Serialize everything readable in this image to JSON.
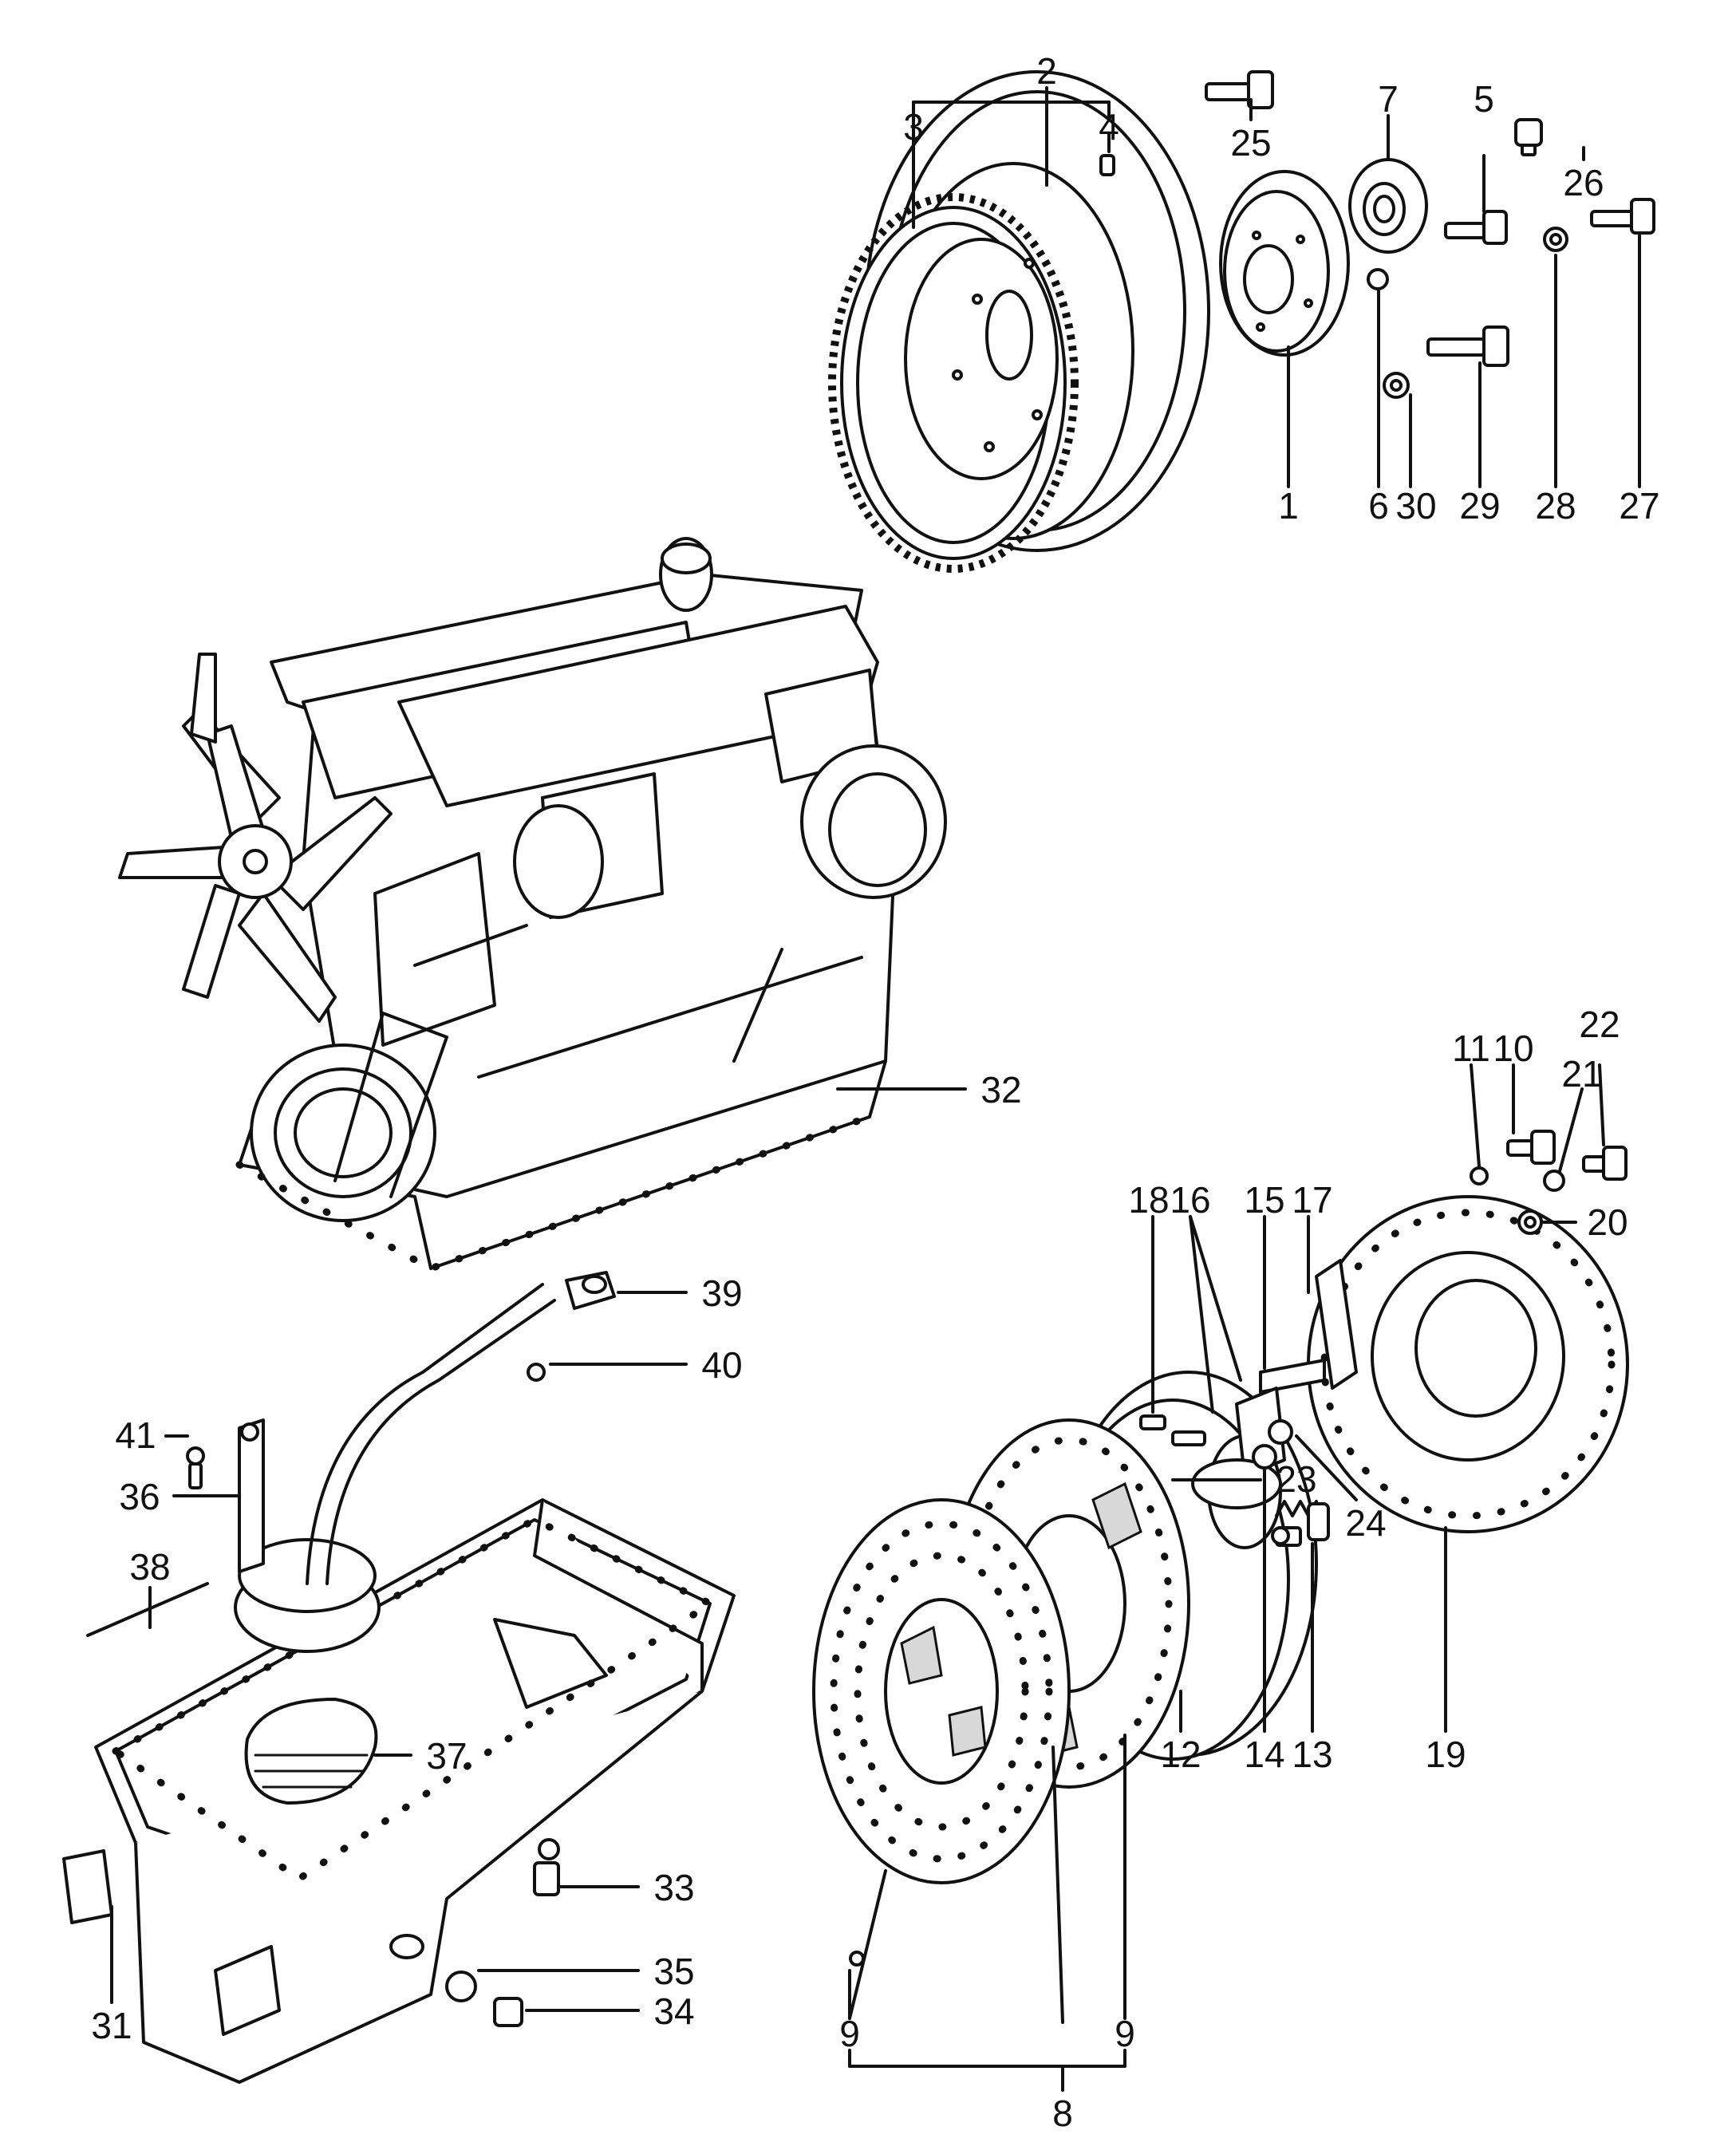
{
  "callouts": {
    "c1": "1",
    "c2": "2",
    "c3": "3",
    "c4": "4",
    "c5": "5",
    "c6": "6",
    "c7": "7",
    "c8": "8",
    "c9a": "9",
    "c9b": "9",
    "c9c": "9",
    "c10": "10",
    "c11": "11",
    "c12": "12",
    "c13": "13",
    "c14": "14",
    "c15": "15",
    "c16": "16",
    "c17": "17",
    "c18": "18",
    "c19": "19",
    "c20": "20",
    "c21": "21",
    "c22": "22",
    "c23": "23",
    "c24": "24",
    "c25": "25",
    "c26": "26",
    "c27": "27",
    "c28": "28",
    "c29": "29",
    "c30": "30",
    "c31": "31",
    "c32": "32",
    "c33": "33",
    "c34": "34",
    "c35": "35",
    "c36": "36",
    "c37": "37",
    "c38": "38",
    "c39": "39",
    "c40": "40",
    "c41": "41"
  },
  "icons": {
    "flywheel": "flywheel-ring-gear-icon",
    "engine": "engine-block-icon",
    "clutch": "clutch-assembly-icon",
    "oil_pan": "oil-pan-icon"
  }
}
